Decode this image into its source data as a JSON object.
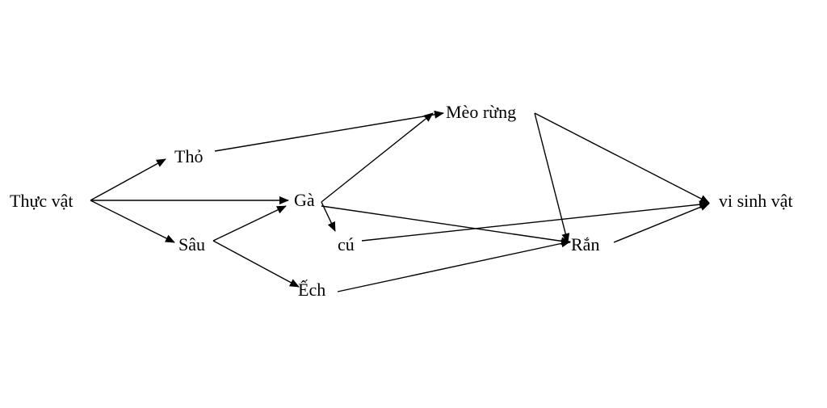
{
  "diagram": {
    "nodes": [
      {
        "id": "thuc-vat",
        "label": "Thực vật"
      },
      {
        "id": "tho",
        "label": "Thỏ"
      },
      {
        "id": "sau",
        "label": "Sâu"
      },
      {
        "id": "ga",
        "label": "Gà"
      },
      {
        "id": "cu",
        "label": "cú"
      },
      {
        "id": "ech",
        "label": "Ếch"
      },
      {
        "id": "meo-rung",
        "label": "Mèo rừng"
      },
      {
        "id": "ran",
        "label": "Rắn"
      },
      {
        "id": "vi-sinh-vat",
        "label": "vi sinh vật"
      }
    ],
    "edges": [
      {
        "from": "thuc-vat",
        "to": "tho"
      },
      {
        "from": "thuc-vat",
        "to": "ga"
      },
      {
        "from": "thuc-vat",
        "to": "sau"
      },
      {
        "from": "tho",
        "to": "meo-rung"
      },
      {
        "from": "sau",
        "to": "ga"
      },
      {
        "from": "sau",
        "to": "ech"
      },
      {
        "from": "ga",
        "to": "meo-rung"
      },
      {
        "from": "ga",
        "to": "cu"
      },
      {
        "from": "ga",
        "to": "ran"
      },
      {
        "from": "ech",
        "to": "ran"
      },
      {
        "from": "cu",
        "to": "vi-sinh-vat"
      },
      {
        "from": "meo-rung",
        "to": "ran"
      },
      {
        "from": "meo-rung",
        "to": "vi-sinh-vat"
      },
      {
        "from": "ran",
        "to": "vi-sinh-vat"
      }
    ]
  }
}
